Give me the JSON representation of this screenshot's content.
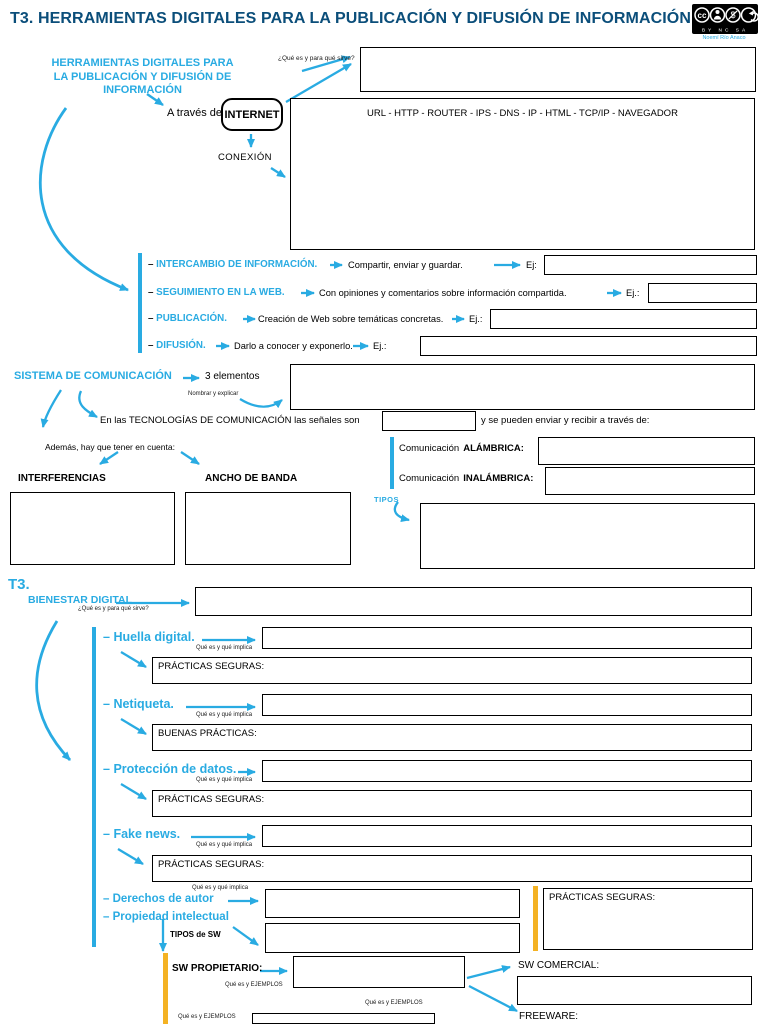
{
  "page": {
    "title": "T3. HERRAMIENTAS DIGITALES PARA LA PUBLICACIÓN Y DIFUSIÓN DE INFORMACIÓN"
  },
  "license": {
    "caption": "BY NC SA",
    "author": "Noemí Río Anaco",
    "icons": [
      "cc-icon",
      "by-icon",
      "nc-icon",
      "sa-icon"
    ]
  },
  "colors": {
    "accent_blue": "#29ABE2",
    "title_blue": "#0B4E7A",
    "bar_yellow": "#F4B223"
  },
  "tools": {
    "heading_lines": [
      "HERRAMIENTAS DIGITALES PARA",
      "LA PUBLICACIÓN Y DIFUSIÓN DE",
      "INFORMACIÓN"
    ],
    "what_label": "¿Qué es y para qué sirve?",
    "via_label": "A través de",
    "internet_label": "INTERNET",
    "connection_label": "CONEXIÓN",
    "protocols": "URL - HTTP - ROUTER - IPS - DNS - IP - HTML - TCP/IP - NAVEGADOR",
    "items": [
      {
        "label": "INTERCAMBIO DE INFORMACIÓN.",
        "desc": "Compartir, enviar y guardar.",
        "example_label": "Ej:"
      },
      {
        "label": "SEGUIMIENTO EN LA WEB.",
        "desc": "Con opiniones y comentarios sobre información compartida.",
        "example_label": "Ej.:"
      },
      {
        "label": "PUBLICACIÓN.",
        "desc": "Creación de Web sobre temáticas concretas.",
        "example_label": "Ej.:"
      },
      {
        "label": "DIFUSIÓN.",
        "desc": "Darlo a conocer y exponerlo.",
        "example_label": "Ej.:"
      }
    ]
  },
  "communication": {
    "heading": "SISTEMA DE COMUNICACIÓN",
    "elements_label": "3 elementos",
    "name_explain_label": "Nombrar y explicar",
    "signals_pre": "En las TECNOLOGÍAS DE COMUNICACIÓN las señales son",
    "signals_post": "y se pueden enviar y recibir a través de:",
    "consider_label": "Además, hay que tener en cuenta:",
    "interference_heading": "INTERFERENCIAS",
    "bandwidth_heading": "ANCHO DE BANDA",
    "wired_pre": "Comunicación",
    "wired_bold": "ALÁMBRICA:",
    "wireless_pre": "Comunicación",
    "wireless_bold": "INALÁMBRICA:",
    "types_label": "TIPOS"
  },
  "wellbeing": {
    "t3_label": "T3.",
    "heading": "BIENESTAR DIGITAL",
    "what_label": "¿Qué es y para qué sirve?",
    "items": [
      {
        "label": "Huella digital.",
        "implies_label": "Qué es y qué implica",
        "practices_label": "PRÁCTICAS SEGURAS:"
      },
      {
        "label": "Netiqueta.",
        "implies_label": "Qué es y qué implica",
        "practices_label": "BUENAS PRÁCTICAS:"
      },
      {
        "label": "Protección de datos.",
        "implies_label": "Qué es y qué implica",
        "practices_label": "PRÁCTICAS SEGURAS:"
      },
      {
        "label": "Fake news.",
        "implies_label": "Qué es y qué implica",
        "practices_label": "PRÁCTICAS SEGURAS:"
      }
    ],
    "rights": {
      "implies_label": "Qué es y qué implica",
      "label_1": "Derechos de autor",
      "label_2": "Propiedad intelectual",
      "practices_label": "PRÁCTICAS SEGURAS:"
    },
    "software": {
      "types_label": "TIPOS de SW",
      "proprietary_label": "SW PROPIETARIO:",
      "examples_label": "Qué es y EJEMPLOS",
      "commercial_label": "SW COMERCIAL:",
      "freeware_label": "FREEWARE:"
    }
  }
}
